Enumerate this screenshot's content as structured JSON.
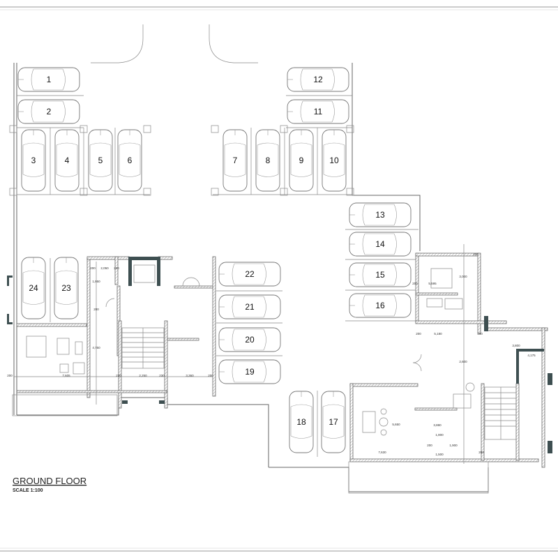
{
  "drawing": {
    "title": "GROUND FLOOR",
    "scale": "SCALE 1:100"
  },
  "parking_spots": [
    "1",
    "2",
    "3",
    "4",
    "5",
    "6",
    "7",
    "8",
    "9",
    "10",
    "11",
    "12",
    "13",
    "14",
    "15",
    "16",
    "17",
    "18",
    "19",
    "20",
    "21",
    "22",
    "23",
    "24"
  ],
  "dimensions": {
    "left": [
      "200",
      "2,050",
      "200",
      "1,950",
      "200",
      "4,750",
      "7,605",
      "230",
      "2,250",
      "230",
      "3,360",
      "200",
      "200"
    ],
    "right": [
      "200",
      "5,595",
      "200",
      "3,000",
      "200",
      "5,180",
      "150",
      "3,800",
      "4,175",
      "2,600",
      "1,900",
      "200",
      "5,650",
      "7,630",
      "1,500",
      "200",
      "3,880",
      "1,800"
    ]
  },
  "colors": {
    "wall_accent": "#3e4f51",
    "line": "#666666"
  }
}
